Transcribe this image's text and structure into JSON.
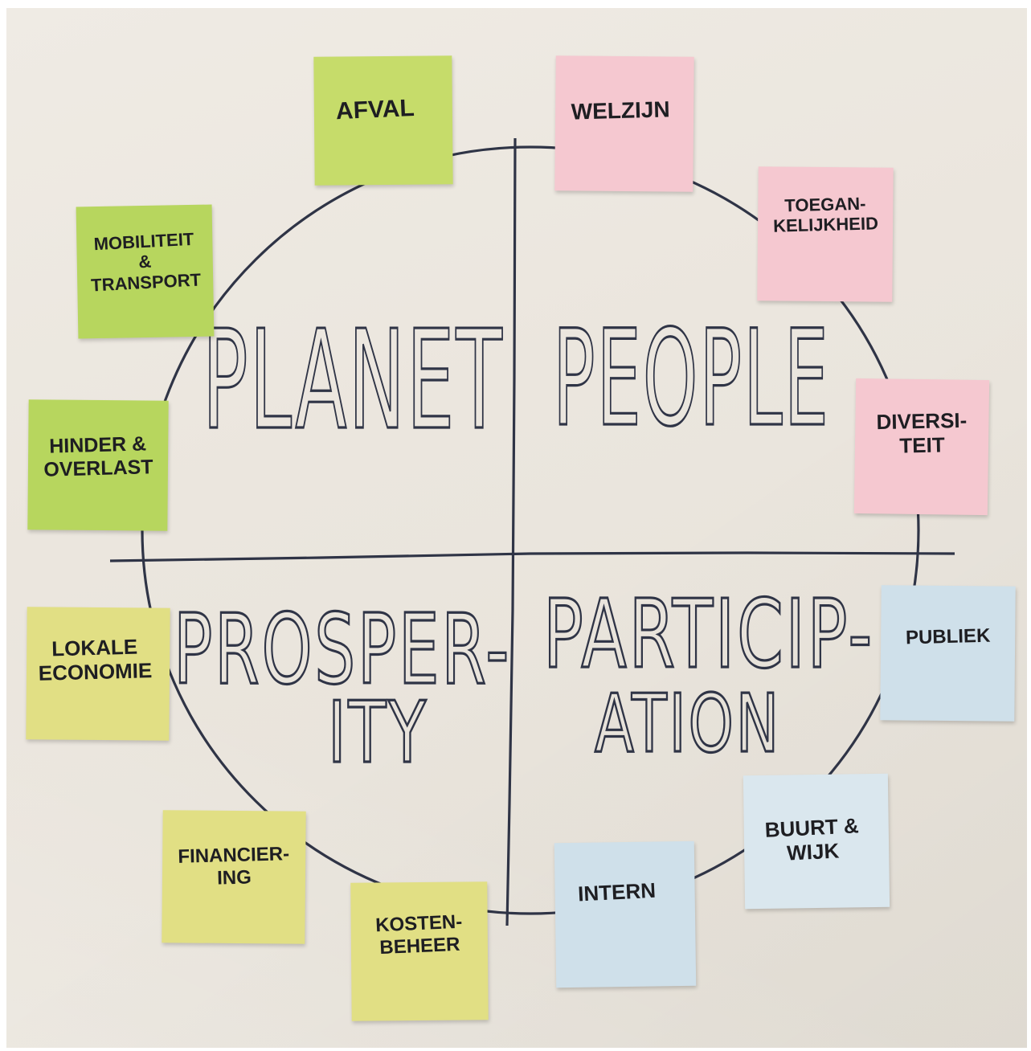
{
  "quadrants": {
    "top_left": "PLANET",
    "top_right": "PEOPLE",
    "bottom_left_line1": "PROSPER-",
    "bottom_left_line2": "ITY",
    "bottom_right_line1": "PARTICIP-",
    "bottom_right_line2": "ATION"
  },
  "notes": {
    "afval": "AFVAL",
    "mobiliteit": "MOBILITEIT\n&\nTRANSPORT",
    "hinder": "HINDER &\nOVERLAST",
    "lokale": "LOKALE\nECONOMIE",
    "financiering": "FINANCIER-\nING",
    "kostenbeheer": "KOSTEN-\nBEHEER",
    "welzijn": "WELZIJN",
    "toegankelijkheid": "TOEGAN-\nKELIJKHEID",
    "diversiteit": "DIVERSI-\nTEIT",
    "publiek": "PUBLIEK",
    "buurt": "BUURT &\nWIJK",
    "intern": "INTERN"
  },
  "colors": {
    "ink": "#2f3446",
    "planet_notes": "#c6dc6a",
    "prosperity_notes": "#e1df84",
    "people_notes": "#f5c8d0",
    "participation_notes": "#cfe0ea"
  }
}
